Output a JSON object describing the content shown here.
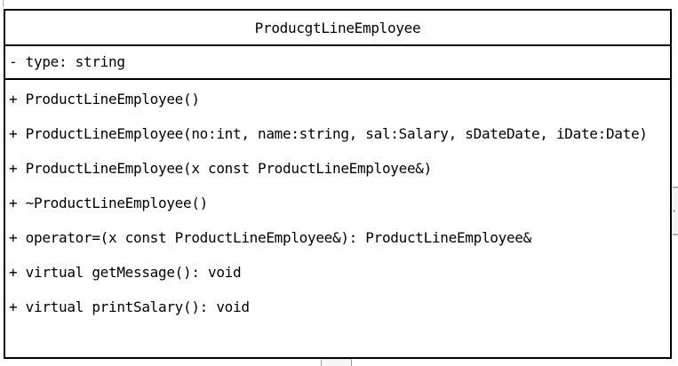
{
  "class_diagram": {
    "title": "ProducgtLineEmployee",
    "attributes": [
      "- type: string"
    ],
    "methods": [
      "+ ProductLineEmployee()",
      "+ ProductLineEmployee(no:int, name:string, sal:Salary, sDateDate, iDate:Date)",
      "+ ProductLineEmployee(x const ProductLineEmployee&)",
      "+ ~ProductLineEmployee()",
      "+ operator=(x const ProductLineEmployee&): ProductLineEmployee&",
      "+ virtual getMessage(): void",
      "+ virtual printSalary(): void"
    ],
    "colors": {
      "border": "#000000",
      "background": "#ffffff",
      "text": "#000000"
    }
  }
}
